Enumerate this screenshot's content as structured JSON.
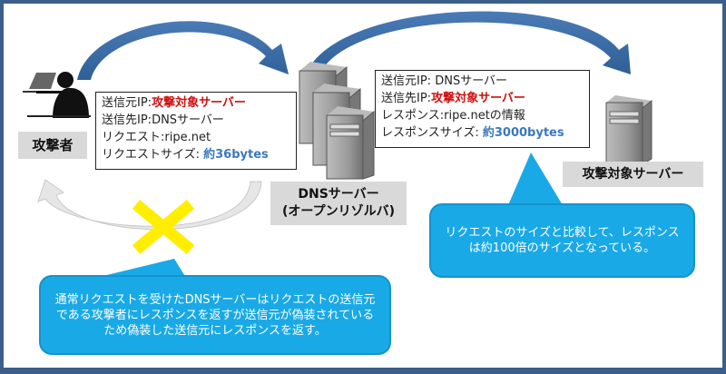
{
  "attacker": {
    "label": "攻撃者"
  },
  "request_box": {
    "src_label": "送信元IP:",
    "src_value": "攻撃対象サーバー",
    "dst_label": "送信先IP:",
    "dst_value": "DNSサーバー",
    "req_label": "リクエスト:",
    "req_value": "ripe.net",
    "size_label": "リクエストサイズ:",
    "size_value": "約36bytes"
  },
  "dns_server": {
    "line1": "DNSサーバー",
    "line2": "(オープンリゾルバ)"
  },
  "response_box": {
    "src_label": "送信元IP:",
    "src_value": "DNSサーバー",
    "dst_label": "送信先IP:",
    "dst_value": "攻撃対象サーバー",
    "res_label": "レスポンス:",
    "res_value": "ripe.netの情報",
    "size_label": "レスポンスサイズ:",
    "size_value": "約3000bytes"
  },
  "target": {
    "label": "攻撃対象サーバー"
  },
  "callout_right": "リクエストのサイズと比較して、レスポンスは約100倍のサイズとなっている。",
  "callout_bottom": "通常リクエストを受けたDNSサーバーはリクエストの送信元である攻撃者にレスポンスを返すが送信元が偽装されているため偽装した送信元にレスポンスを返す。",
  "colors": {
    "arrow": "#3f6fa8",
    "callout": "#19a9e6",
    "cross": "#ffee00",
    "highlight": "#d01010",
    "size": "#3b78c0"
  }
}
